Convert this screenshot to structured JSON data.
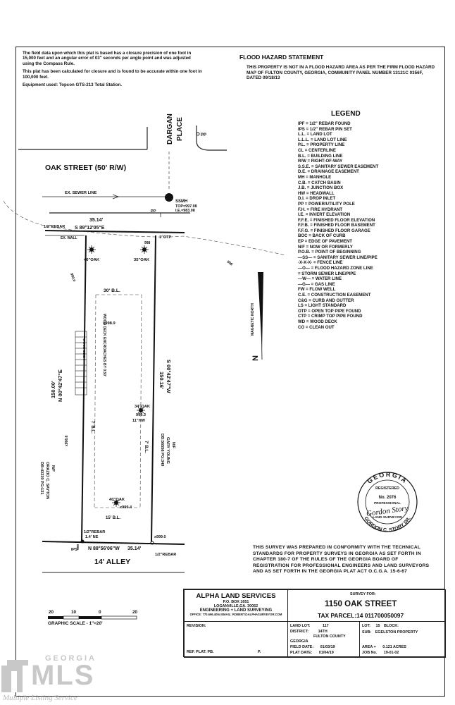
{
  "notes": {
    "closure_text": "The field data upon which this plat is based has a closure precision of one foot in 15,000 feet and an angular error of 03\" seconds per angle point and was adjusted using the Compass Rule.",
    "calc_text": "This plat has been calculated for closure and is found to be accurate within one foot in 100,000 feet.",
    "equipment_text": "Equipment used: Topcon GTS-213 Total Station."
  },
  "flood": {
    "title": "FLOOD HAZARD STATEMENT",
    "body": "THIS PROPERTY IS NOT IN A FLOOD HAZARD AREA AS PER THE FIRM FLOOD HAZARD MAP OF FULTON COUNTY, GEORGIA, COMMUNITY PANEL NUMBER 13121C 0356F, DATED 09/18/13"
  },
  "legend": {
    "title": "LEGEND",
    "items": [
      "IPF = 1/2\" REBAR FOUND",
      "IPS = 1/2\" REBAR PIN SET",
      "L.L. = LAND LOT",
      "L.L.L. = LAND LOT LINE",
      "P.L. = PROPERTY LINE",
      "CL = CENTERLINE",
      "B.L. = BUILDING LINE",
      "R/W = RIGHT-OF-WAY",
      "S.S.E. = SANITARY SEWER EASEMENT",
      "D.E. = DRAINAGE EASEMENT",
      "MH = MANHOLE",
      "C.B. = CATCH BASIN",
      "J.B. = JUNCTION BOX",
      "HW = HEADWALL",
      "D.I. = DROP INLET",
      "PP = POWER/UTILITY POLE",
      "F.H. = FIRE HYDRANT",
      "I.E. = INVERT ELEVATION",
      "F.F.E. = FINISHED FLOOR ELEVATION",
      "F.F.B. = FINISHED FLOOR BASEMENT",
      "F.F.G. = FINISHED FLOOR GARAGE",
      "BOC = BACK OF CURB",
      "EP = EDGE OF PAVEMENT",
      "N/F = NOW OR FORMERLY",
      "P.O.B. = POINT OF BEGINNING",
      "—SS— = SANITARY SEWER LINE/PIPE",
      "-X-X-X- = FENCE LINE",
      "—O— = FLOOD HAZARD ZONE LINE",
      "= STORM SEWER LINE/PIPE",
      "—W— = WATER LINE",
      "—G— = GAS LINE",
      "FW = FLOW WELL",
      "C.E. = CONSTRUCTION EASEMENT",
      "C&G = CURB AND GUTTER",
      "LS = LIGHT STANDARD",
      "OTP = OPEN TOP PIPE FOUND",
      "CTP = CRIMP TOP PIPE FOUND",
      "WD = WOOD DECK",
      "CO = CLEAN OUT"
    ]
  },
  "plat": {
    "street_name": "OAK STREET (50' R/W)",
    "dargan_1": "DARGAN",
    "dargan_2": "PLACE",
    "pp": "PP",
    "pp2": "PP",
    "sewer_line": "EX. SEWER LINE",
    "ssmh": "SSMH",
    "top_elev": "TOP=997.08",
    "ie_elev": "I.E.=983.08",
    "front_dist": "35.14'",
    "front_bearing": "S 89°12'05\"E",
    "rebar_nw": "1/2\"REBAR",
    "ex_wall": "EX. WALL",
    "otp": "1\"OTP",
    "oak_40_front": "40\"OAK",
    "oak_35_front": "35\"OAK",
    "contour_998": "998",
    "contour_998b": "998",
    "contour_999": "999.0",
    "setback_30": "30' B.L.",
    "spot_9989": "x998.9",
    "deck_encroach": "WOOD DECK ENCROACHES BY 0.50'",
    "wood_deck": "WOOD DECK",
    "west_dist": "150.00'",
    "west_bearing": "N 00°42'47\"E",
    "east_bearing": "S 00°42'47\"W",
    "east_dist": "150.16'",
    "oak_34": "34\"OAK",
    "spot_9993": "999.3",
    "hw": "11\"HW",
    "side_bl_w": "7' B.L.",
    "side_bl_e": "7' B.L.",
    "spot_9988": "x998.8",
    "west_owner_nf": "N/F",
    "west_owner_1": "ORAZIO C. SAYTON",
    "west_owner_2": "DB:43330 PG:131",
    "east_owner_nf": "N/F",
    "east_owner_1": "GARY YOUNG",
    "east_owner_2": "DB:56558 PG:349",
    "oak_40_rear": "40\"OAK",
    "spot_9994": "x999.4",
    "rear_bl": "15' B.L.",
    "rebar_sw": "1/2\"REBAR",
    "rebar_sw_2": "1.4' NE",
    "spot_9990": "x999.0",
    "ips": "IPS",
    "rear_bearing": "N 88°56'06\"W",
    "rear_dist": "35.14'",
    "rebar_se": "1/2\"REBAR",
    "spot_999": "999",
    "alley": "14' ALLEY",
    "magnetic_north": "MAGNETIC NORTH",
    "north_n": "N"
  },
  "seal": {
    "state": "GEORGIA",
    "registered": "REGISTERED",
    "number": "No. 2076",
    "professional": "PROFESSIONAL",
    "land_surveyor": "LAND SURVEYOR",
    "name": "GORDON C. STORY SR.",
    "signature": "Gordon Story"
  },
  "survey_note": "THIS SURVEY WAS PREPARED IN CONFORMITY WITH THE TECHNICAL STANDARDS FOR PROPERTY SURVEYS IN GEORGIA AS SET FORTH IN CHAPTER 180-7 OF THE RULES OF THE GEORGIA BOARD OF REGISTRATION FOR PROFESSIONAL ENGINEERS AND LAND SURVEYORS AND AS SET FORTH IN THE GEORGIA PLAT ACT O.C.G.A. 15-6-67",
  "title_block": {
    "company": "ALPHA LAND SERVICES",
    "po_box": "P.O. BOX 1651",
    "city": "LOGANVILLE,GA. 30052",
    "services": "ENGINEERING + LAND SURVEYING",
    "contact": "OFFICE: 770.696.4054  EMAIL: ROBERT@ALPHASURVEYOR.COM",
    "survey_for_label": "SURVEY FOR:",
    "address": "1150 OAK STREET",
    "tax_parcel": "TAX PARCEL:14 011700050097",
    "revision_label": "REVISION:",
    "land_lot_label": "LAND LOT:",
    "land_lot": "117",
    "district_label": "DISTRICT:",
    "district": "14TH",
    "county": "FULTON COUNTY",
    "state": "GEORGIA",
    "field_date_label": "FIELD DATE:",
    "field_date": "01/03/19",
    "plat_date_label": "PLAT DATE:",
    "plat_date": "01/04/19",
    "lot_label": "LOT:",
    "lot": "15",
    "block_label": "BLOCK:",
    "sub_label": "SUB:",
    "sub": "EGELSTON PROPERTY",
    "area_label": "AREA =",
    "area": "0.121 ACRES",
    "job_label": "JOB No.",
    "job": "19-01-02",
    "ref_plat": "REF. PLAT: PB.",
    "ref_p": "P."
  },
  "scale": {
    "t20": "20",
    "t10": "10",
    "t0": "0",
    "t20b": "20",
    "label": "GRAPHIC SCALE - 1\"=20'"
  },
  "watermark": {
    "brand": "GEORGIA",
    "mls": "MLS",
    "tagline": "Multiple Listing Service"
  }
}
